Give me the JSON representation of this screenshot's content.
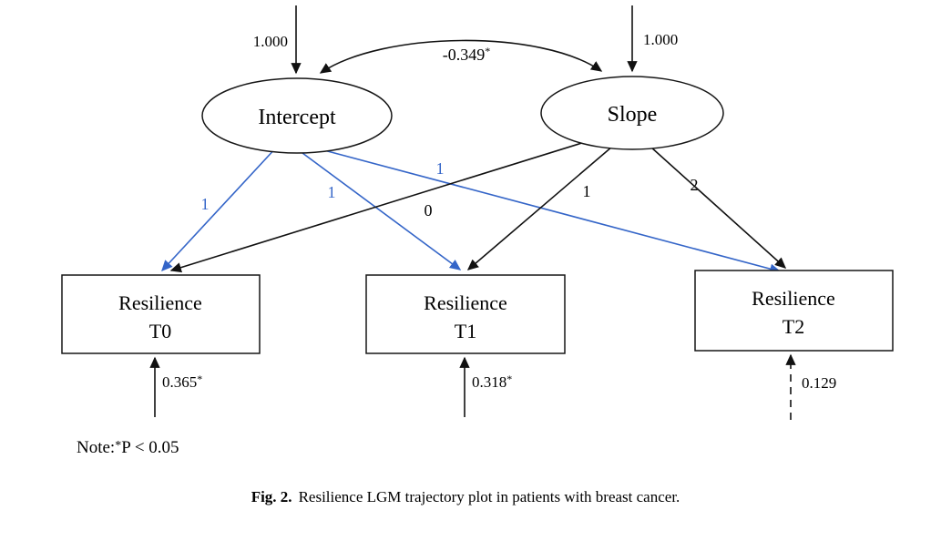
{
  "colors": {
    "ink": "#111111",
    "accent_blue": "#3465c8"
  },
  "latents": {
    "intercept": {
      "label": "Intercept",
      "variance": "1.000"
    },
    "slope": {
      "label": "Slope",
      "variance": "1.000"
    }
  },
  "covariance": {
    "value": "-0.349",
    "star": "*"
  },
  "loadings": {
    "intercept_to_t0": "1",
    "intercept_to_t1": "1",
    "intercept_to_t2": "1",
    "slope_to_t0": "0",
    "slope_to_t1": "1",
    "slope_to_t2": "2"
  },
  "observed": {
    "t0": {
      "name": "Resilience",
      "time": "T0",
      "residual": "0.365",
      "residual_star": "*"
    },
    "t1": {
      "name": "Resilience",
      "time": "T1",
      "residual": "0.318",
      "residual_star": "*"
    },
    "t2": {
      "name": "Resilience",
      "time": "T2",
      "residual": "0.129",
      "residual_star": ""
    }
  },
  "note": {
    "prefix": "Note:",
    "star": "*",
    "text": "P < 0.05"
  },
  "caption": {
    "label": "Fig. 2.",
    "text": "Resilience LGM trajectory plot in patients with breast cancer."
  }
}
